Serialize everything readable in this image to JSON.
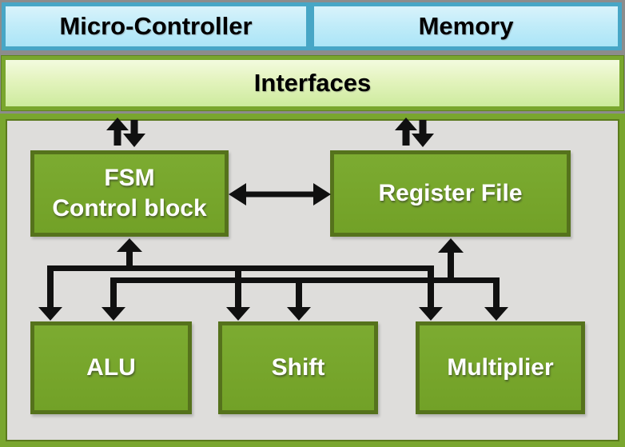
{
  "title_row": {
    "micro_controller_label": "Micro-Controller",
    "memory_label": "Memory"
  },
  "interfaces_label": "Interfaces",
  "blocks": {
    "fsm_line1": "FSM",
    "fsm_line2": "Control block",
    "register_file_label": "Register File",
    "alu_label": "ALU",
    "shift_label": "Shift",
    "multiplier_label": "Multiplier"
  },
  "colors": {
    "page_background": "#8c8c8c",
    "cyan_box_border": "#47a6c6",
    "cyan_box_fill_top": "#d9f3fb",
    "cyan_box_fill_bottom": "#abe5f7",
    "green_frame": "#79a62e",
    "green_frame_dark": "#5a7a1c",
    "green_block_fill": "#76a42c",
    "green_block_border": "#55721c",
    "interfaces_fill_top": "#f3fbdf",
    "interfaces_fill_bottom": "#cdeb9e",
    "container_fill": "#dedddb",
    "arrow_color": "#101010",
    "text_dark": "#000000",
    "text_light": "#ffffff"
  }
}
